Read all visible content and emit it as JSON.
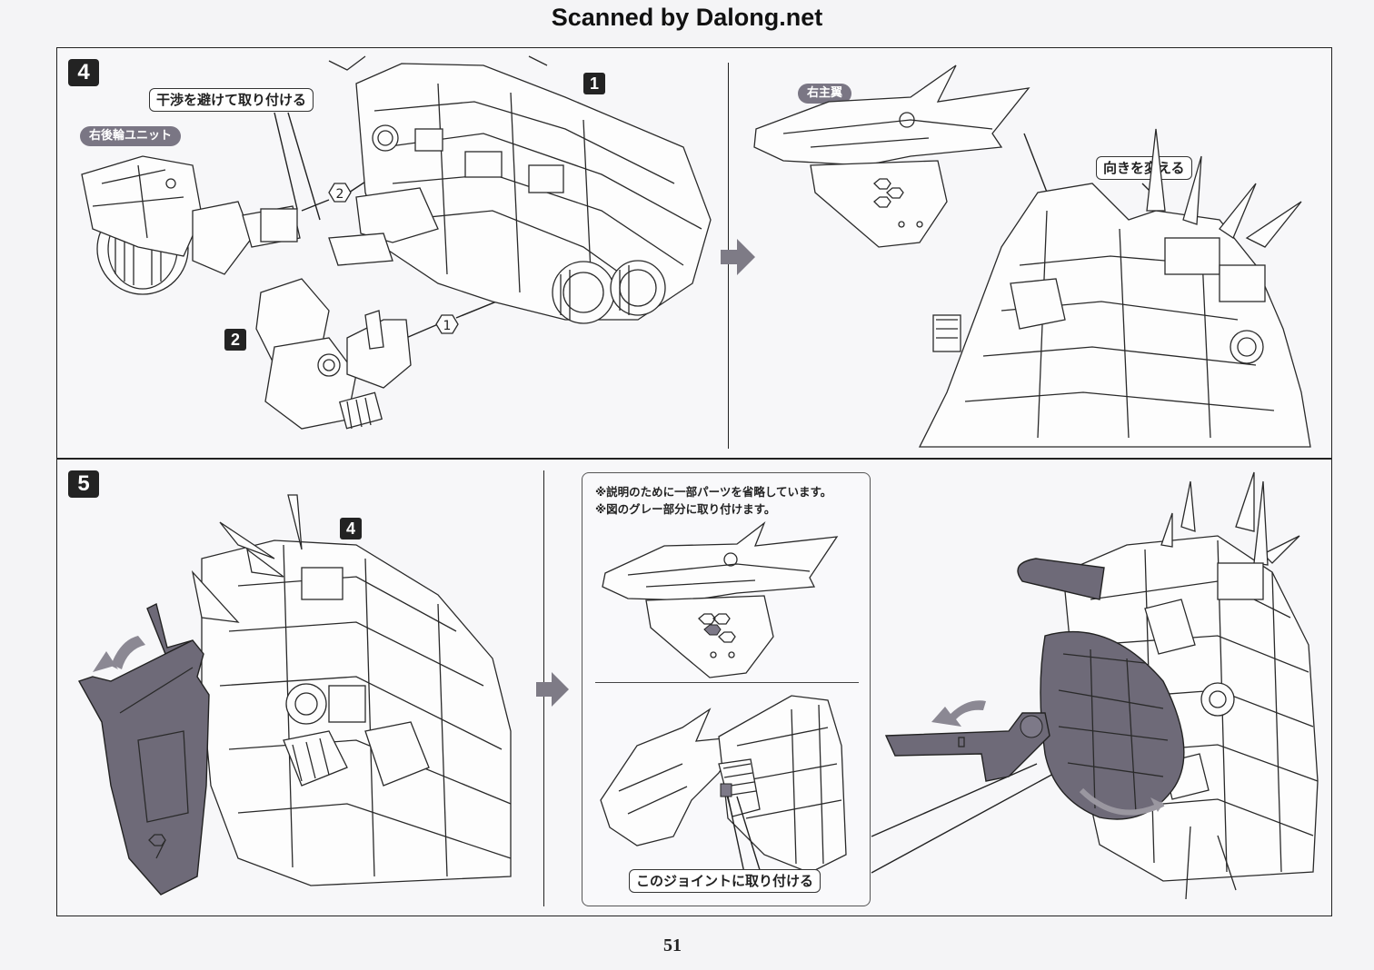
{
  "header": {
    "scan_credit": "Scanned by Dalong.net"
  },
  "colors": {
    "ink": "#1a1a1a",
    "badge": "#232323",
    "highlight_gray": "#6e6a78",
    "pill_gray": "#7a7684",
    "paper": "#f4f4f6"
  },
  "step4": {
    "step_number": "4",
    "left": {
      "part_label": "右後輪ユニット",
      "callout": "干渉を避けて取り付ける",
      "part_badges": [
        "1",
        "2"
      ],
      "connection_markers": [
        "2",
        "1"
      ]
    },
    "right": {
      "part_label": "右主翼",
      "callout": "向きを変える"
    },
    "arrow_icon": "right-arrow"
  },
  "step5": {
    "step_number": "5",
    "left": {
      "part_badge": "4",
      "rotate_icon": "rotate-arrow"
    },
    "note_box": {
      "notes": [
        "※説明のために一部パーツを省略しています。",
        "※図のグレー部分に取り付けます。"
      ],
      "callout": "このジョイントに取り付ける"
    },
    "arrow_icon": "right-arrow"
  },
  "footer": {
    "page_number": "51"
  }
}
